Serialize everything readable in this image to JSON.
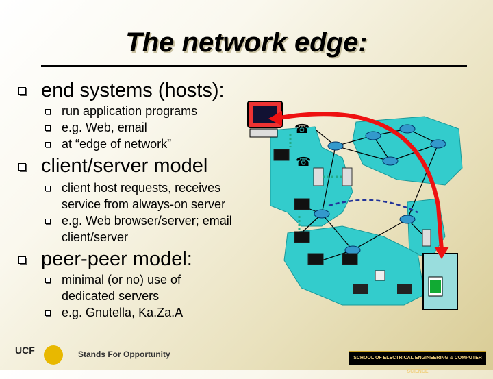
{
  "title": "The network edge:",
  "bullets": [
    {
      "text": "end systems (hosts):",
      "sub": [
        "run application programs",
        "e.g. Web, email",
        "at “edge of network”"
      ]
    },
    {
      "text": "client/server model",
      "sub": [
        "client host requests, receives",
        "service from always-on server",
        "e.g. Web browser/server; email",
        "client/server"
      ]
    },
    {
      "text": "peer-peer model:",
      "sub": [
        " minimal (or no) use of",
        "dedicated servers",
        "e.g. Gnutella, Ka.Za.A"
      ]
    }
  ],
  "footer": {
    "logo": "UCF",
    "slogan": "Stands For Opportunity",
    "school": "SCHOOL OF ELECTRICAL ENGINEERING & COMPUTER SCIENCE"
  },
  "colors": {
    "network": "#33cccc",
    "arrow": "#ee1111",
    "server_box": "#99dddd"
  }
}
